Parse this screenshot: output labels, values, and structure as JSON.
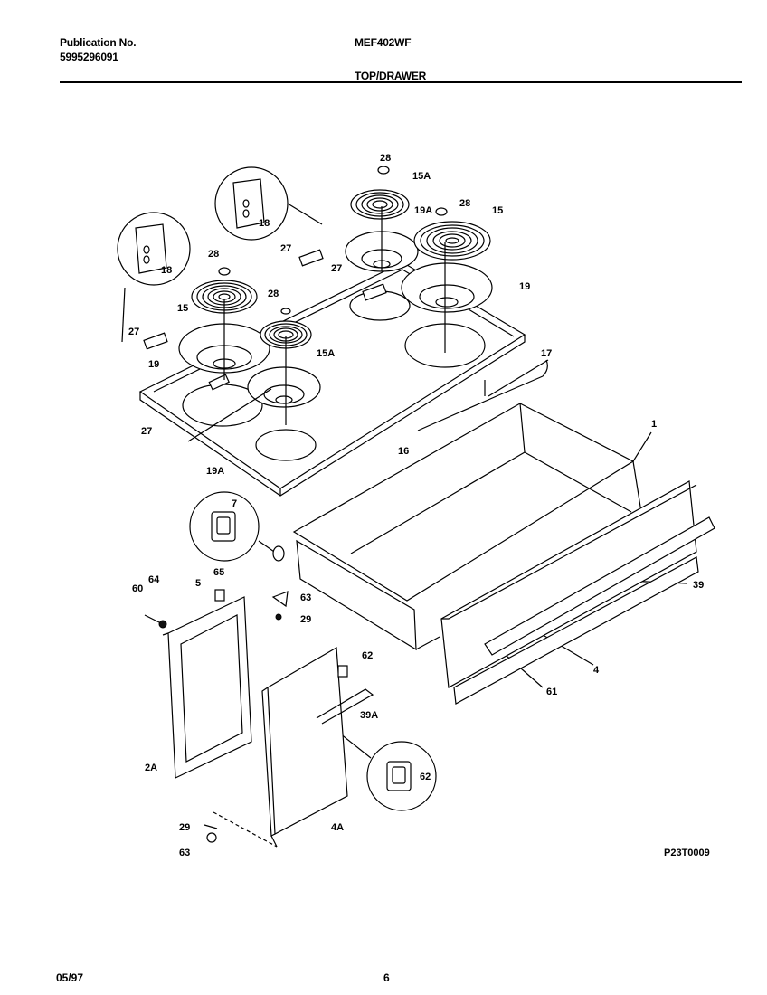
{
  "header": {
    "publication_label": "Publication No.",
    "publication_number": "5995296091",
    "model": "MEF402WF",
    "section": "TOP/DRAWER"
  },
  "diagram": {
    "drawing_id": "P23T0009",
    "callouts": {
      "c28a": "28",
      "c15Aa": "15A",
      "c28b": "28",
      "c19Aa": "19A",
      "c15a": "15",
      "c18a": "18",
      "c27a": "27",
      "c27b": "27",
      "c19a": "19",
      "c18b": "18",
      "c28c": "28",
      "c28d": "28",
      "c15b": "15",
      "c27c": "27",
      "c15Ab": "15A",
      "c19b": "19",
      "c17": "17",
      "c27d": "27",
      "c16": "16",
      "c1": "1",
      "c19Ab": "19A",
      "c7": "7",
      "c39": "39",
      "c65": "65",
      "c64": "64",
      "c5": "5",
      "c60": "60",
      "c63a": "63",
      "c29a": "29",
      "c62a": "62",
      "c4": "4",
      "c61": "61",
      "c39A": "39A",
      "c2A": "2A",
      "c62b": "62",
      "c29b": "29",
      "c4A": "4A",
      "c63b": "63"
    }
  },
  "footer": {
    "date": "05/97",
    "page": "6"
  }
}
